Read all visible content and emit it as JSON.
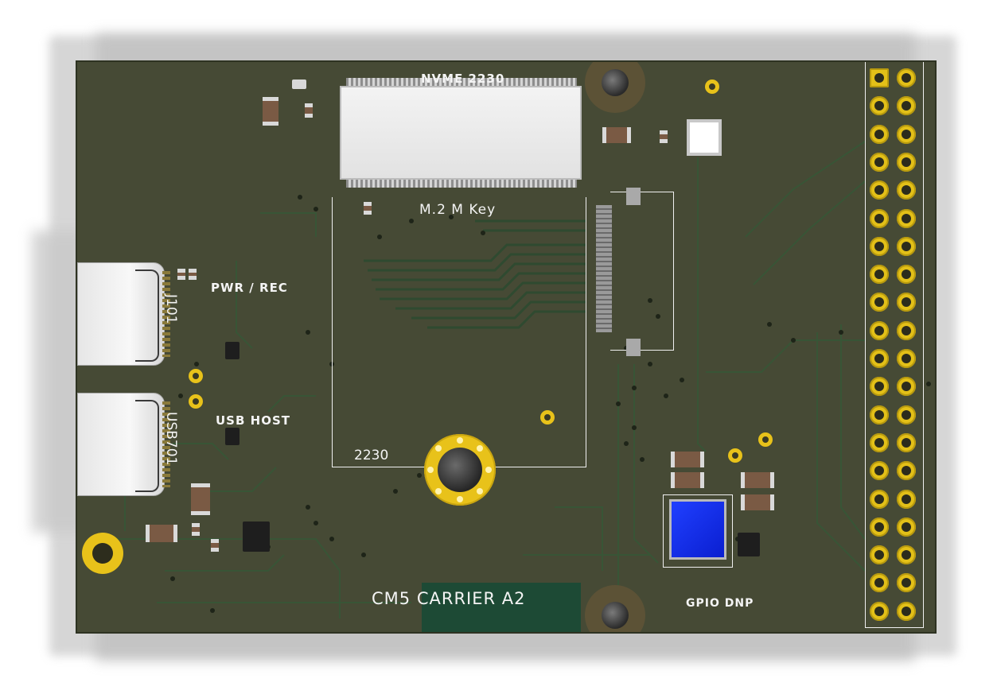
{
  "board": {
    "connector_title": "NVME 2230",
    "connector_key": "M.2 M Key",
    "outline_size": "2230",
    "label_power": "PWR / REC",
    "label_usb_host": "USB HOST",
    "ref_j101": "J101",
    "ref_usb701": "USB701",
    "board_name": "CM5 CARRIER A2",
    "gpio_label": "GPIO DNP"
  },
  "colors": {
    "pcb": "#464a35",
    "copper_trace": "#2f4a30",
    "gold": "#e8c21a",
    "silkscreen": "#f4f4f4",
    "inductor": "#1a34f0"
  },
  "gpio_header": {
    "rows": 20,
    "columns": 2
  }
}
